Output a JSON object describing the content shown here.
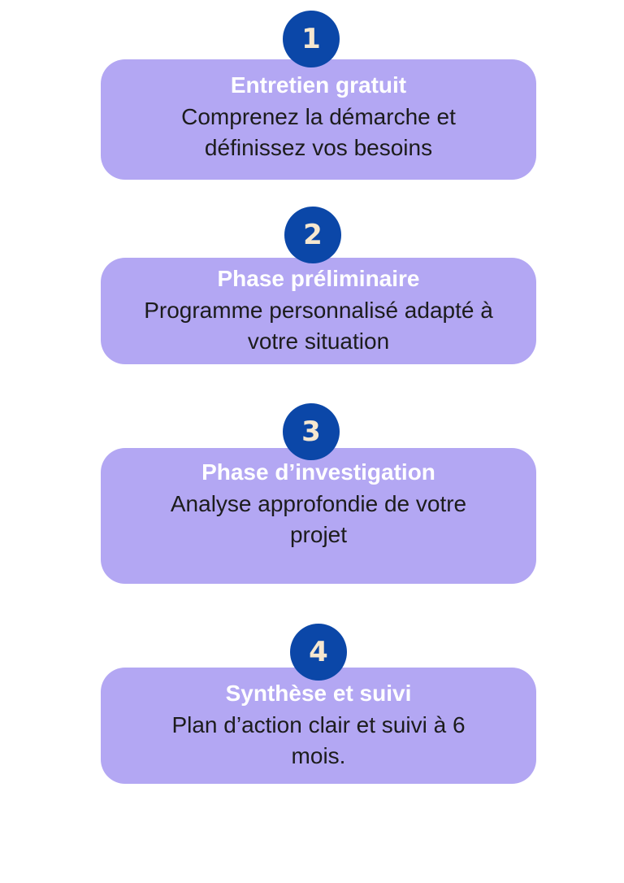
{
  "steps": [
    {
      "number": "1",
      "title": "Entretien gratuit",
      "description": "Comprenez la démarche et définissez vos besoins"
    },
    {
      "number": "2",
      "title": "Phase préliminaire",
      "description": "Programme personnalisé adapté à votre situation"
    },
    {
      "number": "3",
      "title": "Phase d’investigation",
      "description": "Analyse approfondie de votre projet"
    },
    {
      "number": "4",
      "title": "Synthèse et suivi",
      "description": "Plan d’action clair et suivi à 6 mois."
    }
  ],
  "colors": {
    "card_background": "#b3a7f3",
    "badge_background": "#0b47a8",
    "badge_text": "#f6e7cf",
    "title_text": "#ffffff",
    "description_text": "#1c1c1c"
  }
}
